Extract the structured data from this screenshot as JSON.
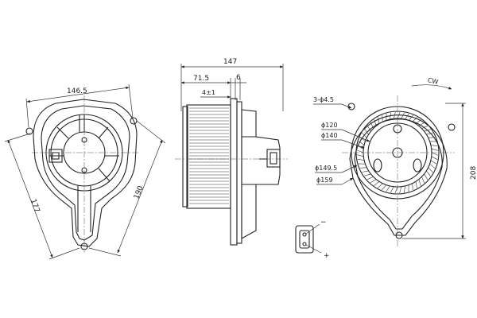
{
  "front_view": {
    "width_label": "146.5",
    "height_label": "190",
    "diag_label": "177"
  },
  "side_view": {
    "overall_label": "147",
    "wheel_label": "71.5",
    "flange_label": "6",
    "gap_label": "4±1"
  },
  "rear_view": {
    "holes_label": "3-ϕ4.5",
    "d120_label": "ϕ120",
    "d140_label": "ϕ140",
    "d1495_label": "ϕ149.5",
    "d159_label": "ϕ159",
    "height_label": "208",
    "rotation_label": "CW"
  },
  "connector": {
    "minus_label": "−",
    "plus_label": "+"
  }
}
